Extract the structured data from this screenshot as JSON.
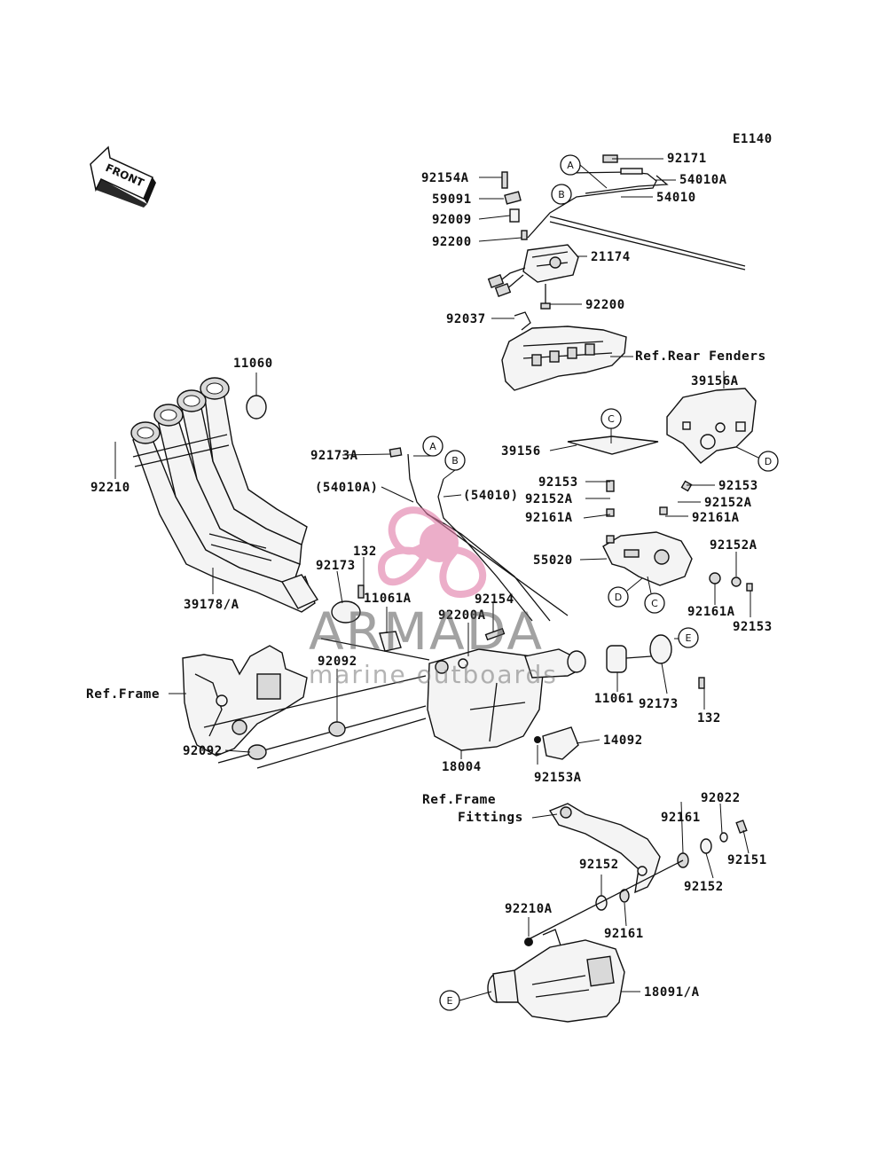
{
  "figure_code": "E1140",
  "front_label": "FRONT",
  "watermark": {
    "brand": "ARMADA",
    "tagline": "marine outboards",
    "accent_color": "#e07aa6"
  },
  "part_labels": [
    "92171",
    "54010A",
    "54010",
    "92154A",
    "59091",
    "92009",
    "92200",
    "21174",
    "92200",
    "92037",
    "11060",
    "92210",
    "39156A",
    "39156",
    "92173A",
    "(54010A)",
    "(54010)",
    "92153",
    "92152A",
    "92161A",
    "92153",
    "92152A",
    "92161A",
    "55020",
    "92152A",
    "92161A",
    "92153",
    "132",
    "92173",
    "11061A",
    "92154",
    "92200A",
    "39178/A",
    "92092",
    "92092",
    "18004",
    "92153A",
    "14092",
    "11061",
    "92173",
    "132",
    "92022",
    "92161",
    "92151",
    "92152",
    "92152",
    "92161",
    "92210A",
    "18091/A"
  ],
  "reference_labels": [
    "Ref.Rear Fenders",
    "Ref.Frame",
    "Ref.Frame",
    "Fittings"
  ],
  "callouts": [
    "A",
    "B",
    "A",
    "B",
    "C",
    "D",
    "D",
    "C",
    "E",
    "E"
  ]
}
